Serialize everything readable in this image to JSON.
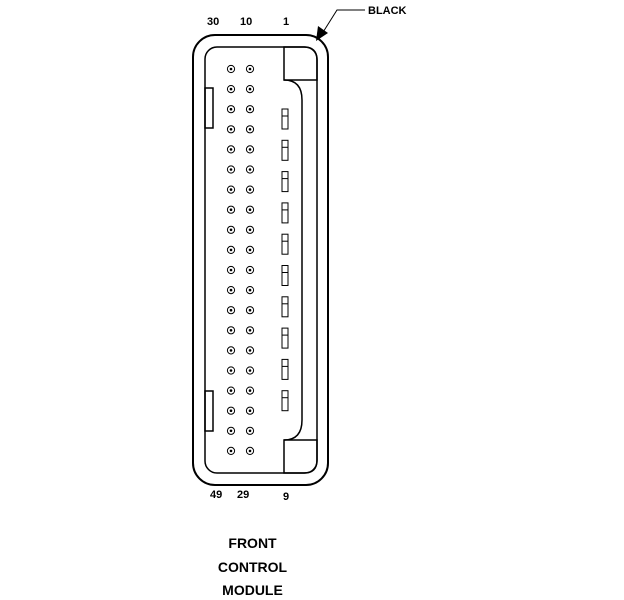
{
  "connector": {
    "color_label": "BLACK",
    "pin_labels": {
      "top_left": "30",
      "top_middle": "10",
      "top_right": "1",
      "bottom_left": "49",
      "bottom_middle": "29",
      "bottom_right": "9"
    },
    "pin_rows": 20,
    "pin_columns": 2,
    "slot_count": 10
  },
  "caption": {
    "line1": "FRONT",
    "line2": "CONTROL",
    "line3": "MODULE"
  },
  "colors": {
    "stroke": "#000000",
    "background": "#ffffff"
  }
}
